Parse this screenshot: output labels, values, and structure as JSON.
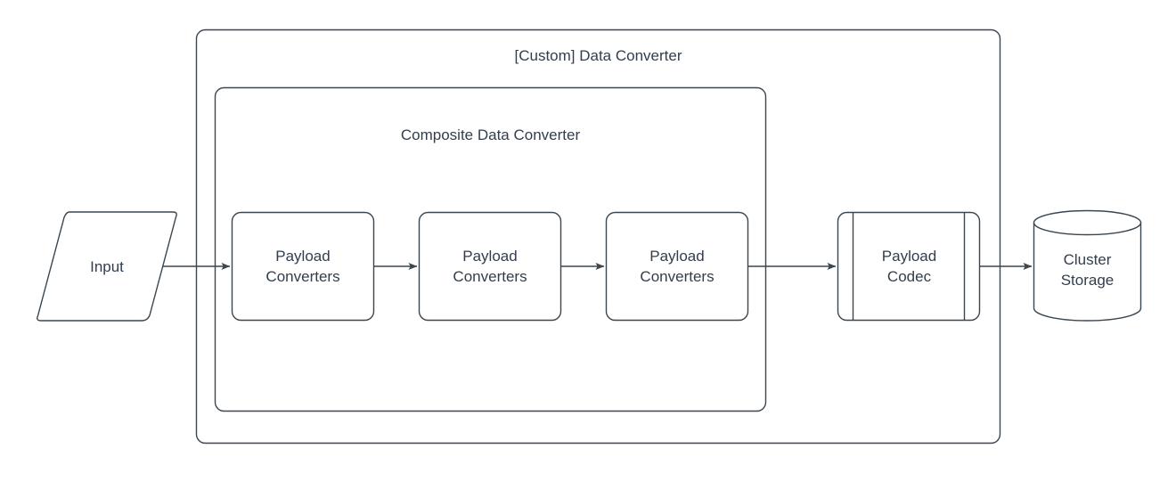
{
  "diagram": {
    "type": "flowchart",
    "title": "[Custom] Data Converter",
    "theme": {
      "stroke": "#3A4650",
      "fill": "#FFFFFF",
      "text": "#323E4D",
      "background": "#FFFFFF"
    },
    "containers": [
      {
        "id": "custom-data-converter",
        "label": "[Custom] Data Converter",
        "shape": "rounded-rectangle"
      },
      {
        "id": "composite-data-converter",
        "label": "Composite Data Converter",
        "shape": "rounded-rectangle"
      }
    ],
    "nodes": [
      {
        "id": "input",
        "label": "Input",
        "shape": "parallelogram"
      },
      {
        "id": "payload-converters-1",
        "label": "Payload\nConverters",
        "shape": "rounded-rectangle"
      },
      {
        "id": "payload-converters-2",
        "label": "Payload\nConverters",
        "shape": "rounded-rectangle"
      },
      {
        "id": "payload-converters-3",
        "label": "Payload\nConverters",
        "shape": "rounded-rectangle"
      },
      {
        "id": "payload-codec",
        "label": "Payload\nCodec",
        "shape": "predefined-process"
      },
      {
        "id": "cluster-storage",
        "label": "Cluster\nStorage",
        "shape": "cylinder"
      }
    ],
    "edges": [
      {
        "from": "input",
        "to": "payload-converters-1",
        "arrow": "open-triangle"
      },
      {
        "from": "payload-converters-1",
        "to": "payload-converters-2",
        "arrow": "open-triangle"
      },
      {
        "from": "payload-converters-2",
        "to": "payload-converters-3",
        "arrow": "open-triangle"
      },
      {
        "from": "payload-converters-3",
        "to": "payload-codec",
        "arrow": "open-triangle"
      },
      {
        "from": "payload-codec",
        "to": "cluster-storage",
        "arrow": "open-triangle"
      }
    ]
  }
}
